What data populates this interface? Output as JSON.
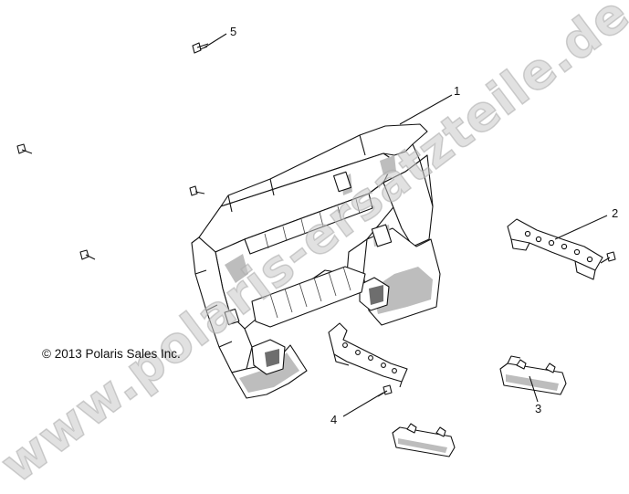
{
  "copyright": "© 2013 Polaris Sales Inc.",
  "watermark": "www.polaris-ersatzteile.de",
  "callouts": {
    "c1": "1",
    "c2": "2",
    "c3": "3",
    "c4": "4",
    "c5": "5"
  },
  "icons": [
    "screw-icon"
  ]
}
